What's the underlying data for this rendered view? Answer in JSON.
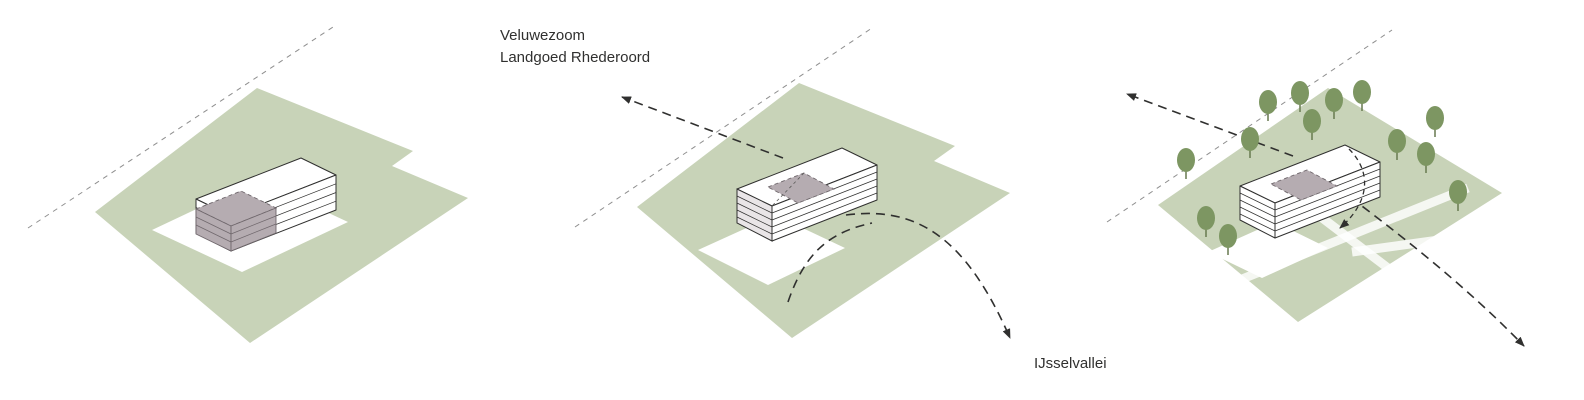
{
  "title": "massing-site-diagrams",
  "labels": {
    "veluwezoom": "Veluwezoom",
    "landgoed": "Landgoed Rhederoord",
    "ijsselvallei": "IJsselvallei"
  },
  "colors": {
    "site_green": "#c8d3b8",
    "tree_green": "#7d9662",
    "mass_grey": "#b5acb1",
    "ink": "#30302f",
    "grid_grey": "#8f8f8f",
    "path_white": "#ffffff"
  },
  "panels": [
    {
      "name": "massing-step-1"
    },
    {
      "name": "massing-step-2"
    },
    {
      "name": "massing-step-3"
    }
  ]
}
